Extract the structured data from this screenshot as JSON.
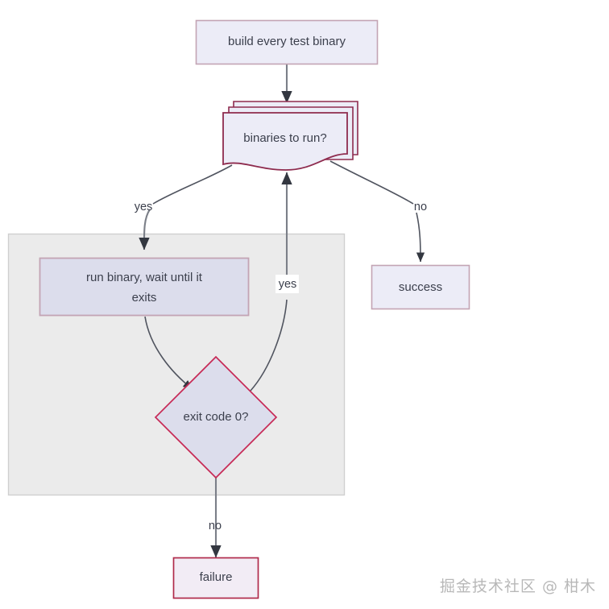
{
  "diagram": {
    "title": "test binary run flowchart",
    "type": "flowchart",
    "background": "#ffffff",
    "nodes": [
      {
        "id": "build",
        "label": "build every test binary",
        "shape": "rectangle",
        "fill": "#ECECF7",
        "stroke": "#C3A4B4"
      },
      {
        "id": "binaries",
        "label": "binaries to run?",
        "shape": "multi-document",
        "fill": "#ECECF7",
        "stroke": "#8E2B4E"
      },
      {
        "id": "run",
        "label_line1": "run binary, wait until it",
        "label_line2": "exits",
        "shape": "rectangle",
        "fill": "#DCDDEC",
        "stroke": "#C3A4B4"
      },
      {
        "id": "exitcode",
        "label": "exit code 0?",
        "shape": "diamond",
        "fill": "#DCDDEC",
        "stroke": "#C72A56"
      },
      {
        "id": "success",
        "label": "success",
        "shape": "rectangle",
        "fill": "#ECECF7",
        "stroke": "#C3A4B4"
      },
      {
        "id": "failure",
        "label": "failure",
        "shape": "rectangle",
        "fill": "#F2ECF5",
        "stroke": "#B02A4A"
      }
    ],
    "edges": [
      {
        "id": "build-binaries",
        "from": "build",
        "to": "binaries",
        "label": ""
      },
      {
        "id": "binaries-run",
        "from": "binaries",
        "to": "run",
        "label": "yes"
      },
      {
        "id": "binaries-success",
        "from": "binaries",
        "to": "success",
        "label": "no"
      },
      {
        "id": "run-exitcode",
        "from": "run",
        "to": "exitcode",
        "label": ""
      },
      {
        "id": "exitcode-binaries",
        "from": "exitcode",
        "to": "binaries",
        "label": "yes"
      },
      {
        "id": "exitcode-failure",
        "from": "exitcode",
        "to": "failure",
        "label": "no"
      }
    ],
    "subgraph": {
      "label": "",
      "fill": "#EBEBEB",
      "stroke": "#CFCFCF"
    }
  },
  "watermark": {
    "text": "掘金技术社区 @ 柑木"
  }
}
